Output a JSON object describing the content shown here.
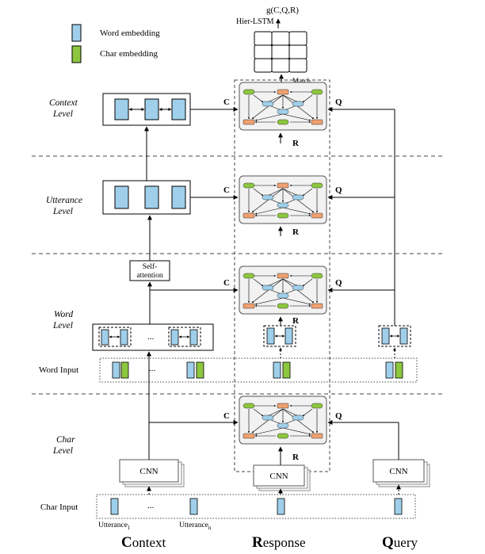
{
  "legend": {
    "word_embedding": "Word embedding",
    "char_embedding": "Char embedding"
  },
  "top": {
    "output": "g(C,Q,R)",
    "hier_lstm": "Hier-LSTM",
    "match": "Match"
  },
  "levels": {
    "context_1": "Context",
    "context_2": "Level",
    "utterance_1": "Utterance",
    "utterance_2": "Level",
    "word_1": "Word",
    "word_2": "Level",
    "char_1": "Char",
    "char_2": "Level"
  },
  "inputs": {
    "word_input": "Word Input",
    "char_input": "Char Input"
  },
  "nodes": {
    "self_attention_1": "Self-",
    "self_attention_2": "attention",
    "cnn": "CNN",
    "ellipsis": "...",
    "utterance_1": "Utterance",
    "utterance_1_sub": "1",
    "utterance_n": "Utterance",
    "utterance_n_sub": "n"
  },
  "arrows": {
    "c": "C",
    "q": "Q",
    "r": "R"
  },
  "columns": {
    "context_initial": "C",
    "context_rest": "ontext",
    "response_initial": "R",
    "response_rest": "esponse",
    "query_initial": "Q",
    "query_rest": "uery"
  },
  "colors": {
    "word_embedding": "#9fcfea",
    "char_embedding": "#8dc63f",
    "matcher_node": "#f0a070"
  }
}
